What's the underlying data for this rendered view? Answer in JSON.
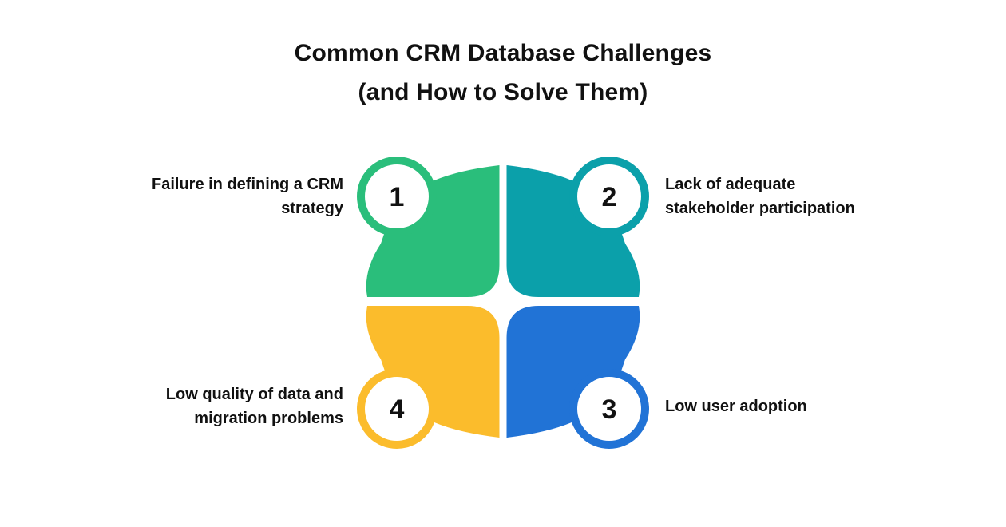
{
  "title": {
    "line1": "Common CRM Database Challenges",
    "line2": "(and How to Solve Them)"
  },
  "diagram": {
    "items": [
      {
        "number": "1",
        "label": "Failure in defining a CRM strategy",
        "color": "#2ABE7B",
        "position": "top-left"
      },
      {
        "number": "2",
        "label": "Lack of adequate stakeholder participation",
        "color": "#0BA0AA",
        "position": "top-right"
      },
      {
        "number": "3",
        "label": "Low user adoption",
        "color": "#2173D6",
        "position": "bottom-right"
      },
      {
        "number": "4",
        "label": "Low quality of data and migration problems",
        "color": "#FBBC2C",
        "position": "bottom-left"
      }
    ],
    "badge_fill": "#FFFFFF",
    "number_color": "#111111"
  },
  "colors": {
    "background": "#FFFFFF",
    "title_text": "#111111",
    "label_text": "#111111"
  }
}
